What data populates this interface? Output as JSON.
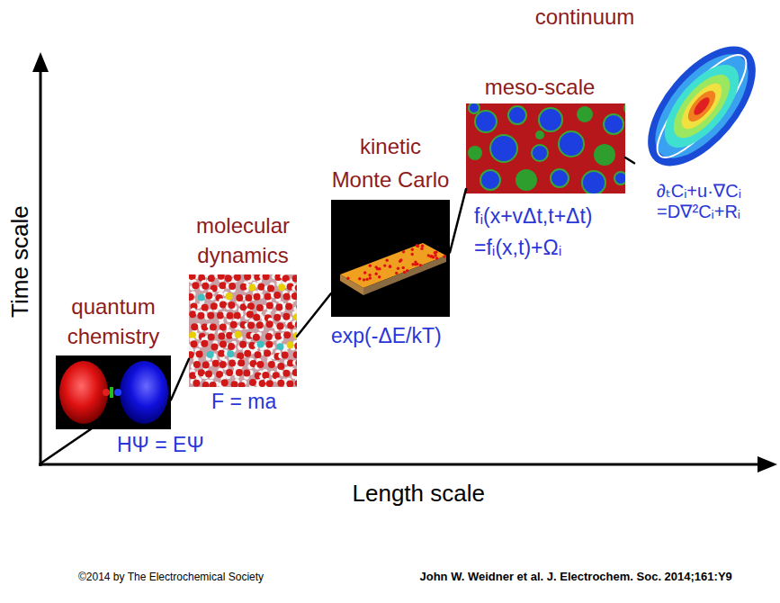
{
  "diagram": {
    "nodes": [
      {
        "text": [
          "quantum chemistry",
          "HΨ = EΨ"
        ]
      },
      {
        "text": [
          "molecular dynamics",
          "F = ma"
        ]
      },
      {
        "text": [
          "kinetic Monte Carlo",
          "exp(-ΔE/kT)"
        ]
      },
      {
        "text": [
          "meso-scale",
          "fᵢ(x+vΔt,t+Δt) =fᵢ(x,t)+Ωᵢ"
        ]
      },
      {
        "text": [
          "continuum",
          "∂ₜCᵢ+u·∇Cᵢ =D∇²Cᵢ+Rᵢ"
        ]
      }
    ],
    "edges": [
      {
        "from": 0,
        "to": 1,
        "arrow": "none"
      },
      {
        "from": 1,
        "to": 2,
        "arrow": "none"
      },
      {
        "from": 2,
        "to": 3,
        "arrow": "none"
      },
      {
        "from": 3,
        "to": 4,
        "arrow": "none"
      }
    ],
    "labels": [
      "Time scale",
      "Length scale",
      "©2014 by The Electrochemical Society",
      "John W. Weidner et al. J. Electrochem. Soc. 2014;161:Y9"
    ]
  }
}
